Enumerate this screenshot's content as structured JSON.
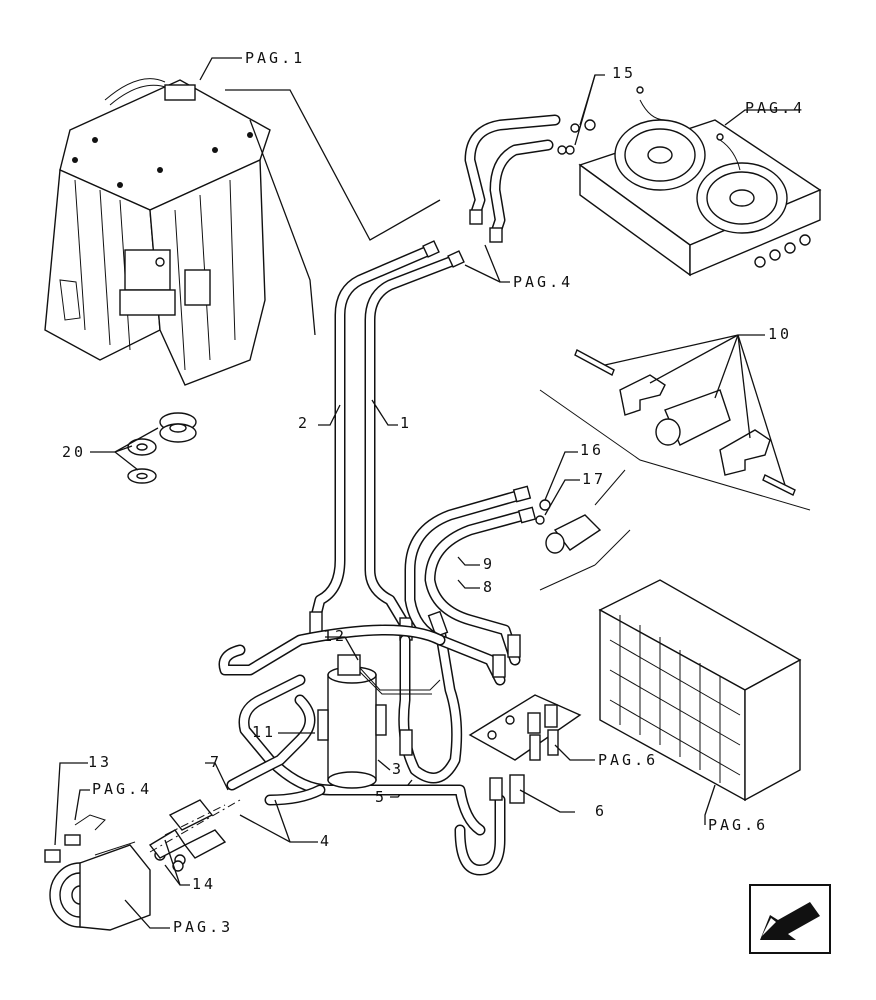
{
  "callouts": {
    "pag1": "PAG.1",
    "pag4_top": "PAG.4",
    "pag4_mid": "PAG.4",
    "pag4_left": "PAG.4",
    "pag3": "PAG.3",
    "pag6_a": "PAG.6",
    "pag6_b": "PAG.6",
    "n1": "1",
    "n2": "2",
    "n3": "3",
    "n4": "4",
    "n5": "5",
    "n6": "6",
    "n7": "7",
    "n8": "8",
    "n9": "9",
    "n10": "10",
    "n11": "11",
    "n12": "12",
    "n13": "13",
    "n14": "14",
    "n15": "15",
    "n16": "16",
    "n17": "17",
    "n20": "20"
  }
}
